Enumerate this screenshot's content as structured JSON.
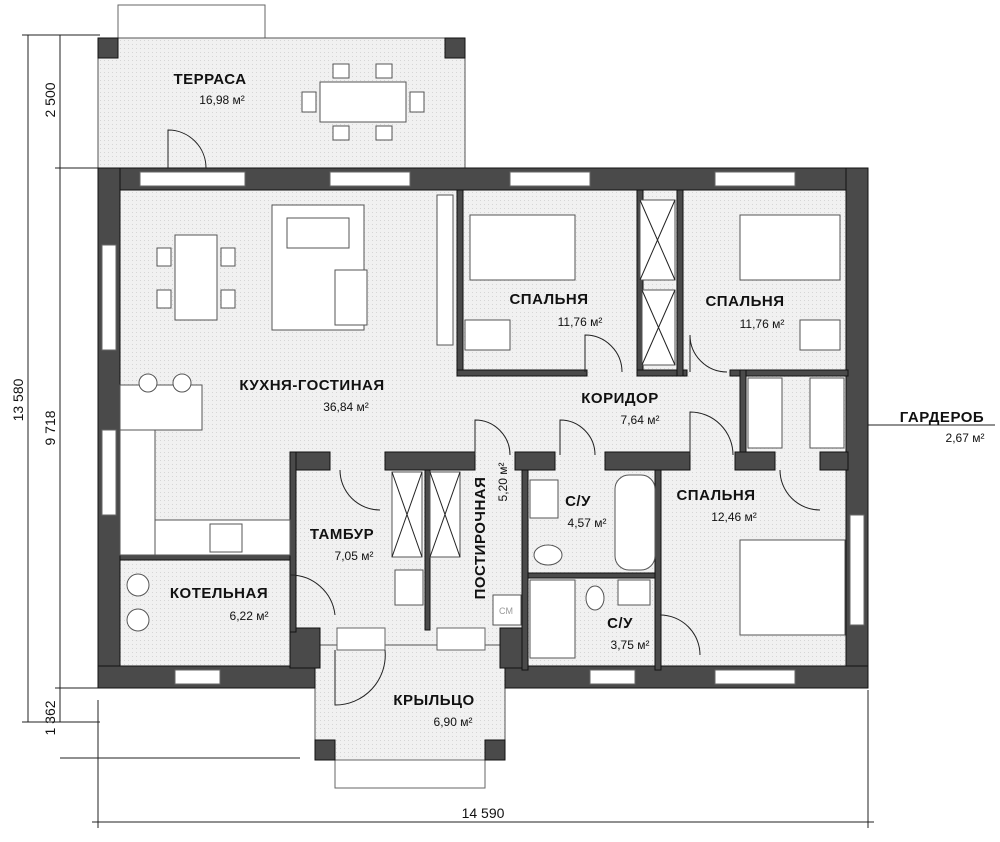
{
  "rooms": {
    "terrace": {
      "name": "ТЕРРАСА",
      "area": "16,98 м²"
    },
    "kitchen_living": {
      "name": "КУХНЯ-ГОСТИНАЯ",
      "area": "36,84 м²"
    },
    "bedroom_1": {
      "name": "СПАЛЬНЯ",
      "area": "11,76 м²"
    },
    "bedroom_2": {
      "name": "СПАЛЬНЯ",
      "area": "11,76 м²"
    },
    "corridor": {
      "name": "КОРИДОР",
      "area": "7,64 м²"
    },
    "wardrobe": {
      "name": "ГАРДЕРОБ",
      "area": "2,67 м²"
    },
    "bedroom_3": {
      "name": "СПАЛЬНЯ",
      "area": "12,46 м²"
    },
    "bathroom_1": {
      "name": "С/У",
      "area": "4,57 м²"
    },
    "bathroom_2": {
      "name": "С/У",
      "area": "3,75 м²"
    },
    "vestibule": {
      "name": "ТАМБУР",
      "area": "7,05 м²"
    },
    "laundry": {
      "name": "ПОСТИРОЧНАЯ",
      "area": "5,20 м²"
    },
    "boiler": {
      "name": "КОТЕЛЬНАЯ",
      "area": "6,22 м²"
    },
    "porch": {
      "name": "КРЫЛЬЦО",
      "area": "6,90 м²"
    }
  },
  "appliance_label": "СМ",
  "dimensions": {
    "terrace_depth": "2 500",
    "house_depth": "9 718",
    "total_depth": "13 580",
    "porch_depth": "1 362",
    "total_width": "14 590"
  }
}
